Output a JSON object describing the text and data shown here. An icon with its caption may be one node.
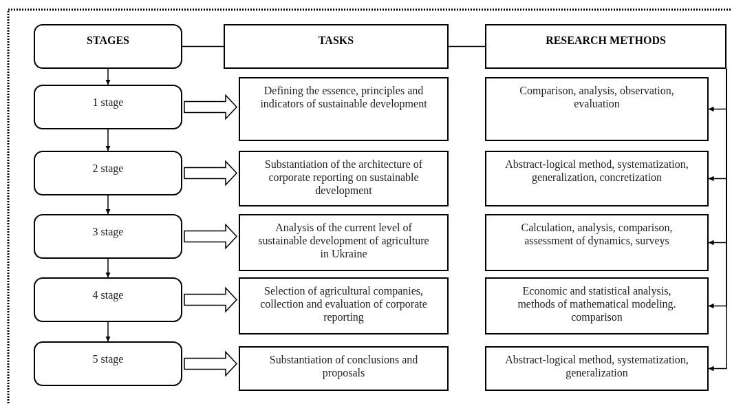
{
  "diagram": {
    "nodes": [
      {
        "text": [
          "STAGES"
        ]
      },
      {
        "text": [
          "TASKS"
        ]
      },
      {
        "text": [
          "RESEARCH METHODS"
        ]
      },
      {
        "text": [
          "1 stage"
        ]
      },
      {
        "text": [
          "Defining the essence, principles and indicators of sustainable development"
        ]
      },
      {
        "text": [
          "Comparison, analysis, observation, evaluation"
        ]
      },
      {
        "text": [
          "2 stage"
        ]
      },
      {
        "text": [
          "Substantiation of the architecture of corporate reporting on sustainable development"
        ]
      },
      {
        "text": [
          "Abstract-logical method, systematization, generalization, concretization"
        ]
      },
      {
        "text": [
          "3 stage"
        ]
      },
      {
        "text": [
          "Analysis of the current level of sustainable development of agriculture in Ukraine"
        ]
      },
      {
        "text": [
          "Calculation, analysis, comparison, assessment of dynamics, surveys"
        ]
      },
      {
        "text": [
          "4 stage"
        ]
      },
      {
        "text": [
          "Selection of agricultural companies, collection and evaluation of corporate reporting"
        ]
      },
      {
        "text": [
          "Economic and statistical analysis, methods of mathematical modeling. comparison"
        ]
      },
      {
        "text": [
          "5 stage"
        ]
      },
      {
        "text": [
          "Substantiation of conclusions and proposals"
        ]
      },
      {
        "text": [
          "Abstract-logical method, systematization, generalization"
        ]
      }
    ],
    "edges": [
      {
        "from": 0,
        "to": 1,
        "arrow": "none"
      },
      {
        "from": 1,
        "to": 2,
        "arrow": "none"
      },
      {
        "from": 0,
        "to": 3,
        "arrow": "to"
      },
      {
        "from": 3,
        "to": 6,
        "arrow": "to"
      },
      {
        "from": 6,
        "to": 9,
        "arrow": "to"
      },
      {
        "from": 9,
        "to": 12,
        "arrow": "to"
      },
      {
        "from": 12,
        "to": 15,
        "arrow": "to"
      },
      {
        "from": 3,
        "to": 4,
        "arrow": "to",
        "style": "thick"
      },
      {
        "from": 6,
        "to": 7,
        "arrow": "to",
        "style": "thick"
      },
      {
        "from": 9,
        "to": 10,
        "arrow": "to",
        "style": "thick"
      },
      {
        "from": 12,
        "to": 13,
        "arrow": "to",
        "style": "thick"
      },
      {
        "from": 15,
        "to": 16,
        "arrow": "to",
        "style": "thick"
      },
      {
        "from": 2,
        "to": 5,
        "arrow": "to"
      },
      {
        "from": 2,
        "to": 8,
        "arrow": "to"
      },
      {
        "from": 2,
        "to": 11,
        "arrow": "to"
      },
      {
        "from": 2,
        "to": 14,
        "arrow": "to"
      },
      {
        "from": 2,
        "to": 17,
        "arrow": "to"
      }
    ]
  }
}
